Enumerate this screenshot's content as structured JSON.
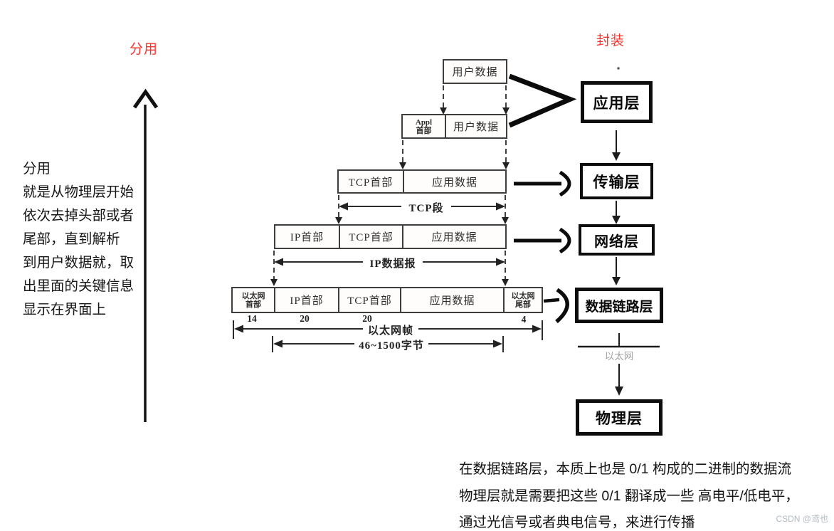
{
  "demux": {
    "title": "分用",
    "description_lines": [
      "分用",
      "就是从物理层开始",
      "依次去掉头部或者",
      "尾部，直到解析",
      "到用户数据就，取",
      "出里面的关键信息",
      "显示在界面上"
    ]
  },
  "encapsulation": {
    "title": "封装"
  },
  "stack": {
    "user_data": "用户数据",
    "appl_header_line1": "Appl",
    "appl_header_line2": "首部",
    "tcp_header": "TCP首部",
    "app_data": "应用数据",
    "ip_header": "IP首部",
    "eth_header_line1": "以太网",
    "eth_header_line2": "首部",
    "eth_trailer_line1": "以太网",
    "eth_trailer_line2": "尾部",
    "tcp_segment_label": "TCP段",
    "ip_datagram_label": "IP数据报",
    "eth_frame_label": "以太网帧",
    "eth_payload_label": "46~1500字节",
    "eth_header_size": "14",
    "ip_header_size": "20",
    "tcp_header_size": "20",
    "eth_trailer_size": "4"
  },
  "layers": {
    "application": "应用层",
    "transport": "传输层",
    "network": "网络层",
    "datalink": "数据链路层",
    "physical": "物理层",
    "ethernet_label": "以太网"
  },
  "notes": {
    "lines": [
      "在数据链路层，本质上也是 0/1 构成的二进制的数据流",
      "物理层就是需要把这些 0/1 翻译成一些 高电平/低电平，",
      "通过光信号或者典电信号，来进行传播"
    ]
  },
  "watermark": "CSDN @鸢也",
  "colors": {
    "accent_red": "#f4342e",
    "scan_line": "#3e3e3e",
    "ink": "#0d0d0d",
    "muted_gray": "#a3a3a3",
    "watermark_gray": "#b4bac2"
  }
}
